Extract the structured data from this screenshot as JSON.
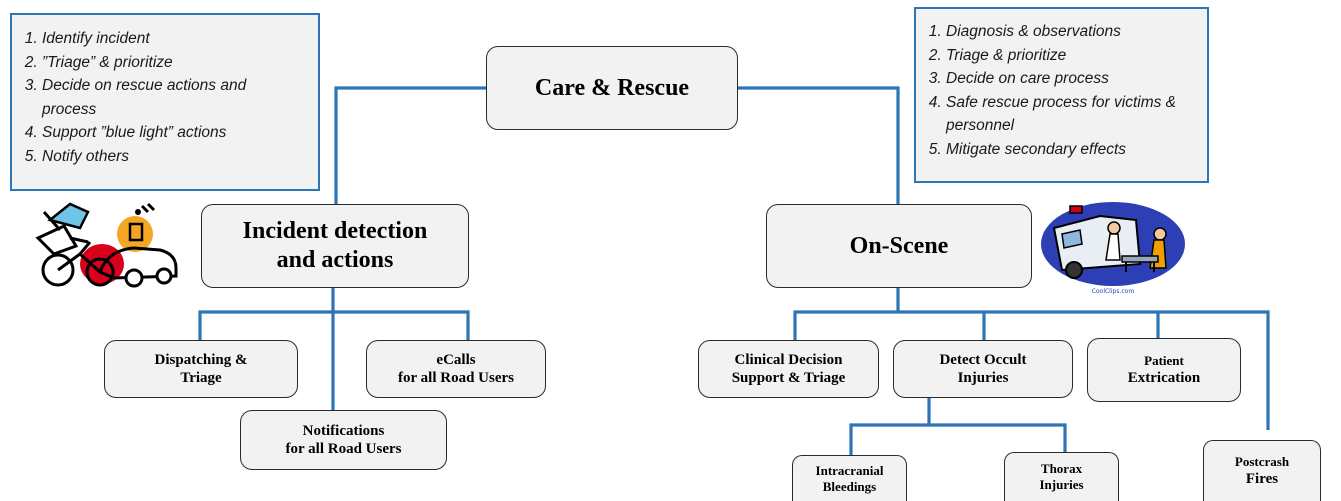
{
  "root": {
    "label": "Care & Rescue"
  },
  "left_tasks": [
    "Identify incident",
    "”Triage” & prioritize",
    "Decide on rescue actions and process",
    "Support ”blue light” actions",
    "Notify others"
  ],
  "right_tasks": [
    "Diagnosis & observations",
    "Triage & prioritize",
    "Decide on care process",
    "Safe rescue process for victims & personnel",
    "Mitigate secondary effects"
  ],
  "incident": {
    "label_line1": "Incident detection",
    "label_line2": "and actions",
    "children": {
      "dispatching": {
        "line1": "Dispatching &",
        "line2": "Triage"
      },
      "notifications": {
        "line1": "Notifications",
        "line2": "for all Road Users"
      },
      "ecalls": {
        "line1": "eCalls",
        "line2": "for all Road Users"
      }
    }
  },
  "onscene": {
    "label": "On-Scene",
    "children": {
      "clinical": {
        "line1": "Clinical Decision",
        "line2": "Support & Triage"
      },
      "occult": {
        "line1": "Detect Occult",
        "line2": "Injuries",
        "children": {
          "intracranial": {
            "line1": "Intracranial",
            "line2": "Bleedings"
          },
          "thorax": {
            "line1": "Thorax",
            "line2": "Injuries"
          }
        }
      },
      "extrication": {
        "line1": "Patient",
        "line2": "Extrication"
      },
      "fires": {
        "line1": "Postcrash",
        "line2": "Fires"
      }
    }
  },
  "clipart_caption": "CoolClips.com",
  "colors": {
    "connector": "#2e75b6",
    "box_fill": "#f2f2f2",
    "task_border": "#2e75b6"
  }
}
